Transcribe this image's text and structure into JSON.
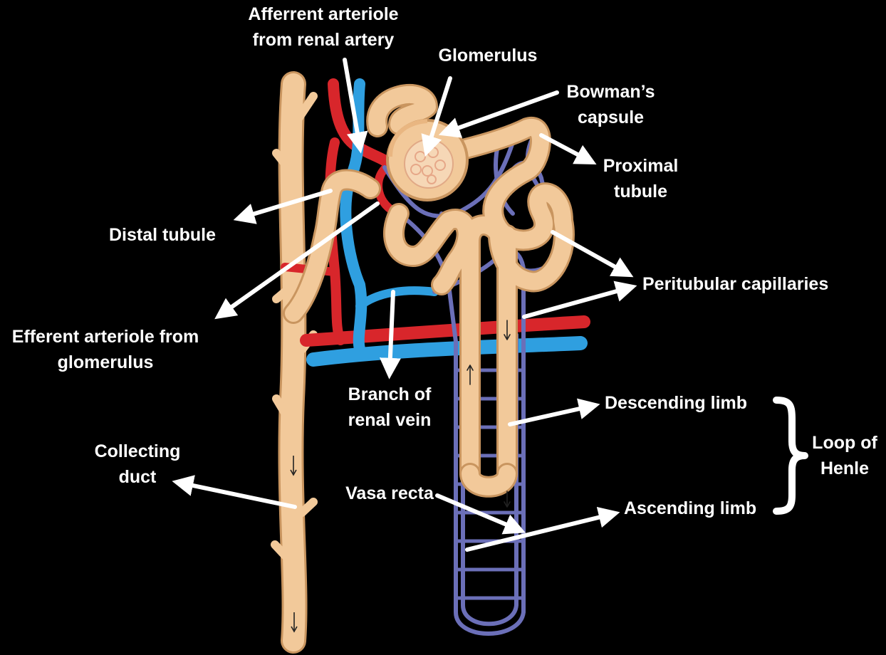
{
  "labels": {
    "afferent_line1": "Afferrent arteriole",
    "afferent_line2": "from renal artery",
    "glomerulus": "Glomerulus",
    "bowman_line1": "Bowman’s",
    "bowman_line2": "capsule",
    "proximal_line1": "Proximal",
    "proximal_line2": "tubule",
    "distal": "Distal tubule",
    "peritubular": "Peritubular capillaries",
    "efferent_line1": "Efferent arteriole from",
    "efferent_line2": "glomerulus",
    "branch_line1": "Branch of",
    "branch_line2": "renal vein",
    "descending": "Descending limb",
    "loop_line1": "Loop of",
    "loop_line2": "Henle",
    "collecting_line1": "Collecting",
    "collecting_line2": "duct",
    "vasa": "Vasa recta",
    "ascending": "Ascending limb"
  },
  "colors": {
    "background": "#000000",
    "tubule": "#f2c99a",
    "tubule_edge": "#c9955f",
    "artery": "#d8262b",
    "vein": "#2f9fe0",
    "capillary": "#6b6fb8",
    "label": "#ffffff"
  }
}
